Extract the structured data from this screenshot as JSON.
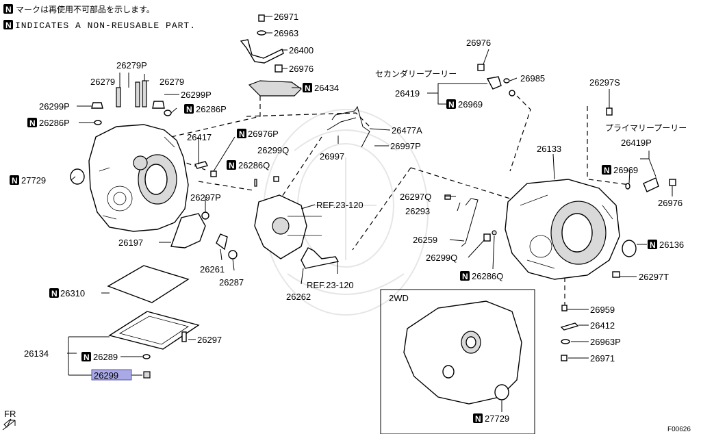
{
  "notes": {
    "jp": "マークは再使用不可部品を示します。",
    "en": "INDICATES A NON-REUSABLE PART.",
    "badge": "N"
  },
  "labels": {
    "p26971_top": "26971",
    "p26963": "26963",
    "p26400": "26400",
    "p26976_top": "26976",
    "p26434": "26434",
    "p26279P": "26279P",
    "p26279_a": "26279",
    "p26279_b": "26279",
    "p26299P": "26299P",
    "p26299P_left": "26299P",
    "p26286P_right": "26286P",
    "p26286P_left": "26286P",
    "p26417": "26417",
    "p26976P": "26976P",
    "p26299Q_mid": "26299Q",
    "p26286Q_mid": "26286Q",
    "p27729_left": "27729",
    "p26297P": "26297P",
    "p26197": "26197",
    "p26261": "26261",
    "p26287": "26287",
    "p26262": "26262",
    "ref_top": "REF.23-120",
    "ref_bottom": "REF.23-120",
    "p26997": "26997",
    "p26477A": "26477A",
    "p26997P": "26997P",
    "p26310": "26310",
    "p26134": "26134",
    "p26297_bot": "26297",
    "p26289": "26289",
    "p26299_bot": "26299",
    "secondary_pulley": "セカンダリープーリー",
    "p26976_right": "26976",
    "p26985": "26985",
    "p26419": "26419",
    "p26969_top": "26969",
    "p26297S": "26297S",
    "primary_pulley": "プライマリープーリー",
    "p26419P": "26419P",
    "p26969_right": "26969",
    "p26976_far": "26976",
    "p26133": "26133",
    "p26297Q": "26297Q",
    "p26293": "26293",
    "p26259": "26259",
    "p26299Q_right": "26299Q",
    "p26286Q_right": "26286Q",
    "p26136": "26136",
    "p26297T": "26297T",
    "p26959": "26959",
    "p26412": "26412",
    "p26963P": "26963P",
    "p26971_bot": "26971",
    "inset_title": "2WD",
    "p27729_inset": "27729",
    "fr": "FR",
    "figure_code": "F00626"
  },
  "colors": {
    "line": "#000000",
    "highlight": "#a9a9e6",
    "watermark": "#e6e6e6"
  }
}
